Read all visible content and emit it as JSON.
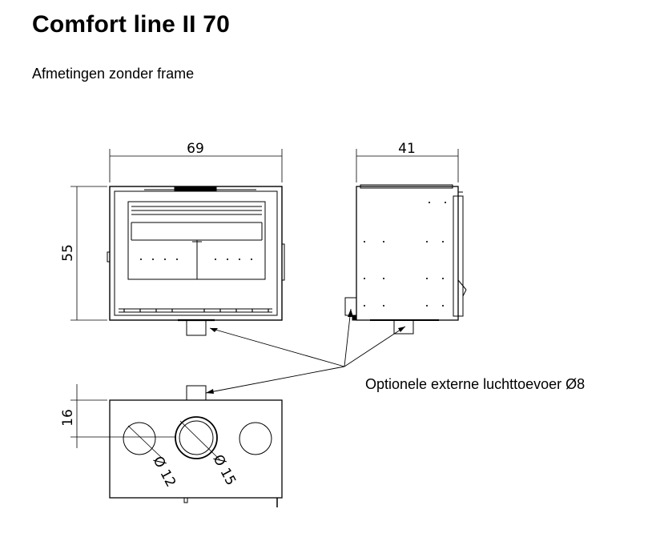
{
  "title": "Comfort line II 70",
  "subtitle": "Afmetingen zonder frame",
  "dimensions": {
    "front_width": "69",
    "front_height": "55",
    "side_depth": "41",
    "top_offset": "16",
    "diameter_small": "Ø 12",
    "diameter_large": "Ø 15"
  },
  "annotation": "Optionele externe luchttoevoer Ø8"
}
